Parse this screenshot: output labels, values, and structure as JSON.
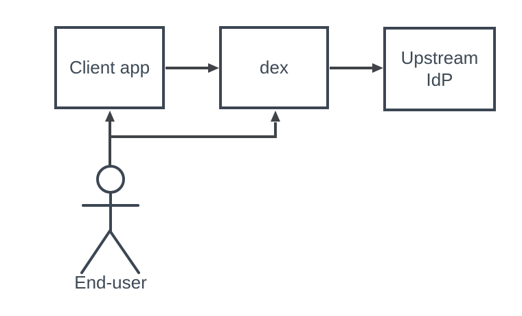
{
  "diagram": {
    "background_color": "#ffffff",
    "node_border_color": "#3c4653",
    "connector_color": "#404347",
    "text_color": "#3e4a56",
    "nodes": [
      {
        "id": "client-app",
        "label": "Client app"
      },
      {
        "id": "dex",
        "label": "dex"
      },
      {
        "id": "upstream-idp",
        "label": "Upstream IdP"
      }
    ],
    "actor": {
      "id": "end-user",
      "label": "End-user"
    },
    "edges": [
      {
        "from": "client-app",
        "to": "dex"
      },
      {
        "from": "dex",
        "to": "upstream-idp"
      },
      {
        "from": "end-user",
        "to": "client-app"
      },
      {
        "from": "end-user",
        "to": "dex"
      }
    ]
  }
}
